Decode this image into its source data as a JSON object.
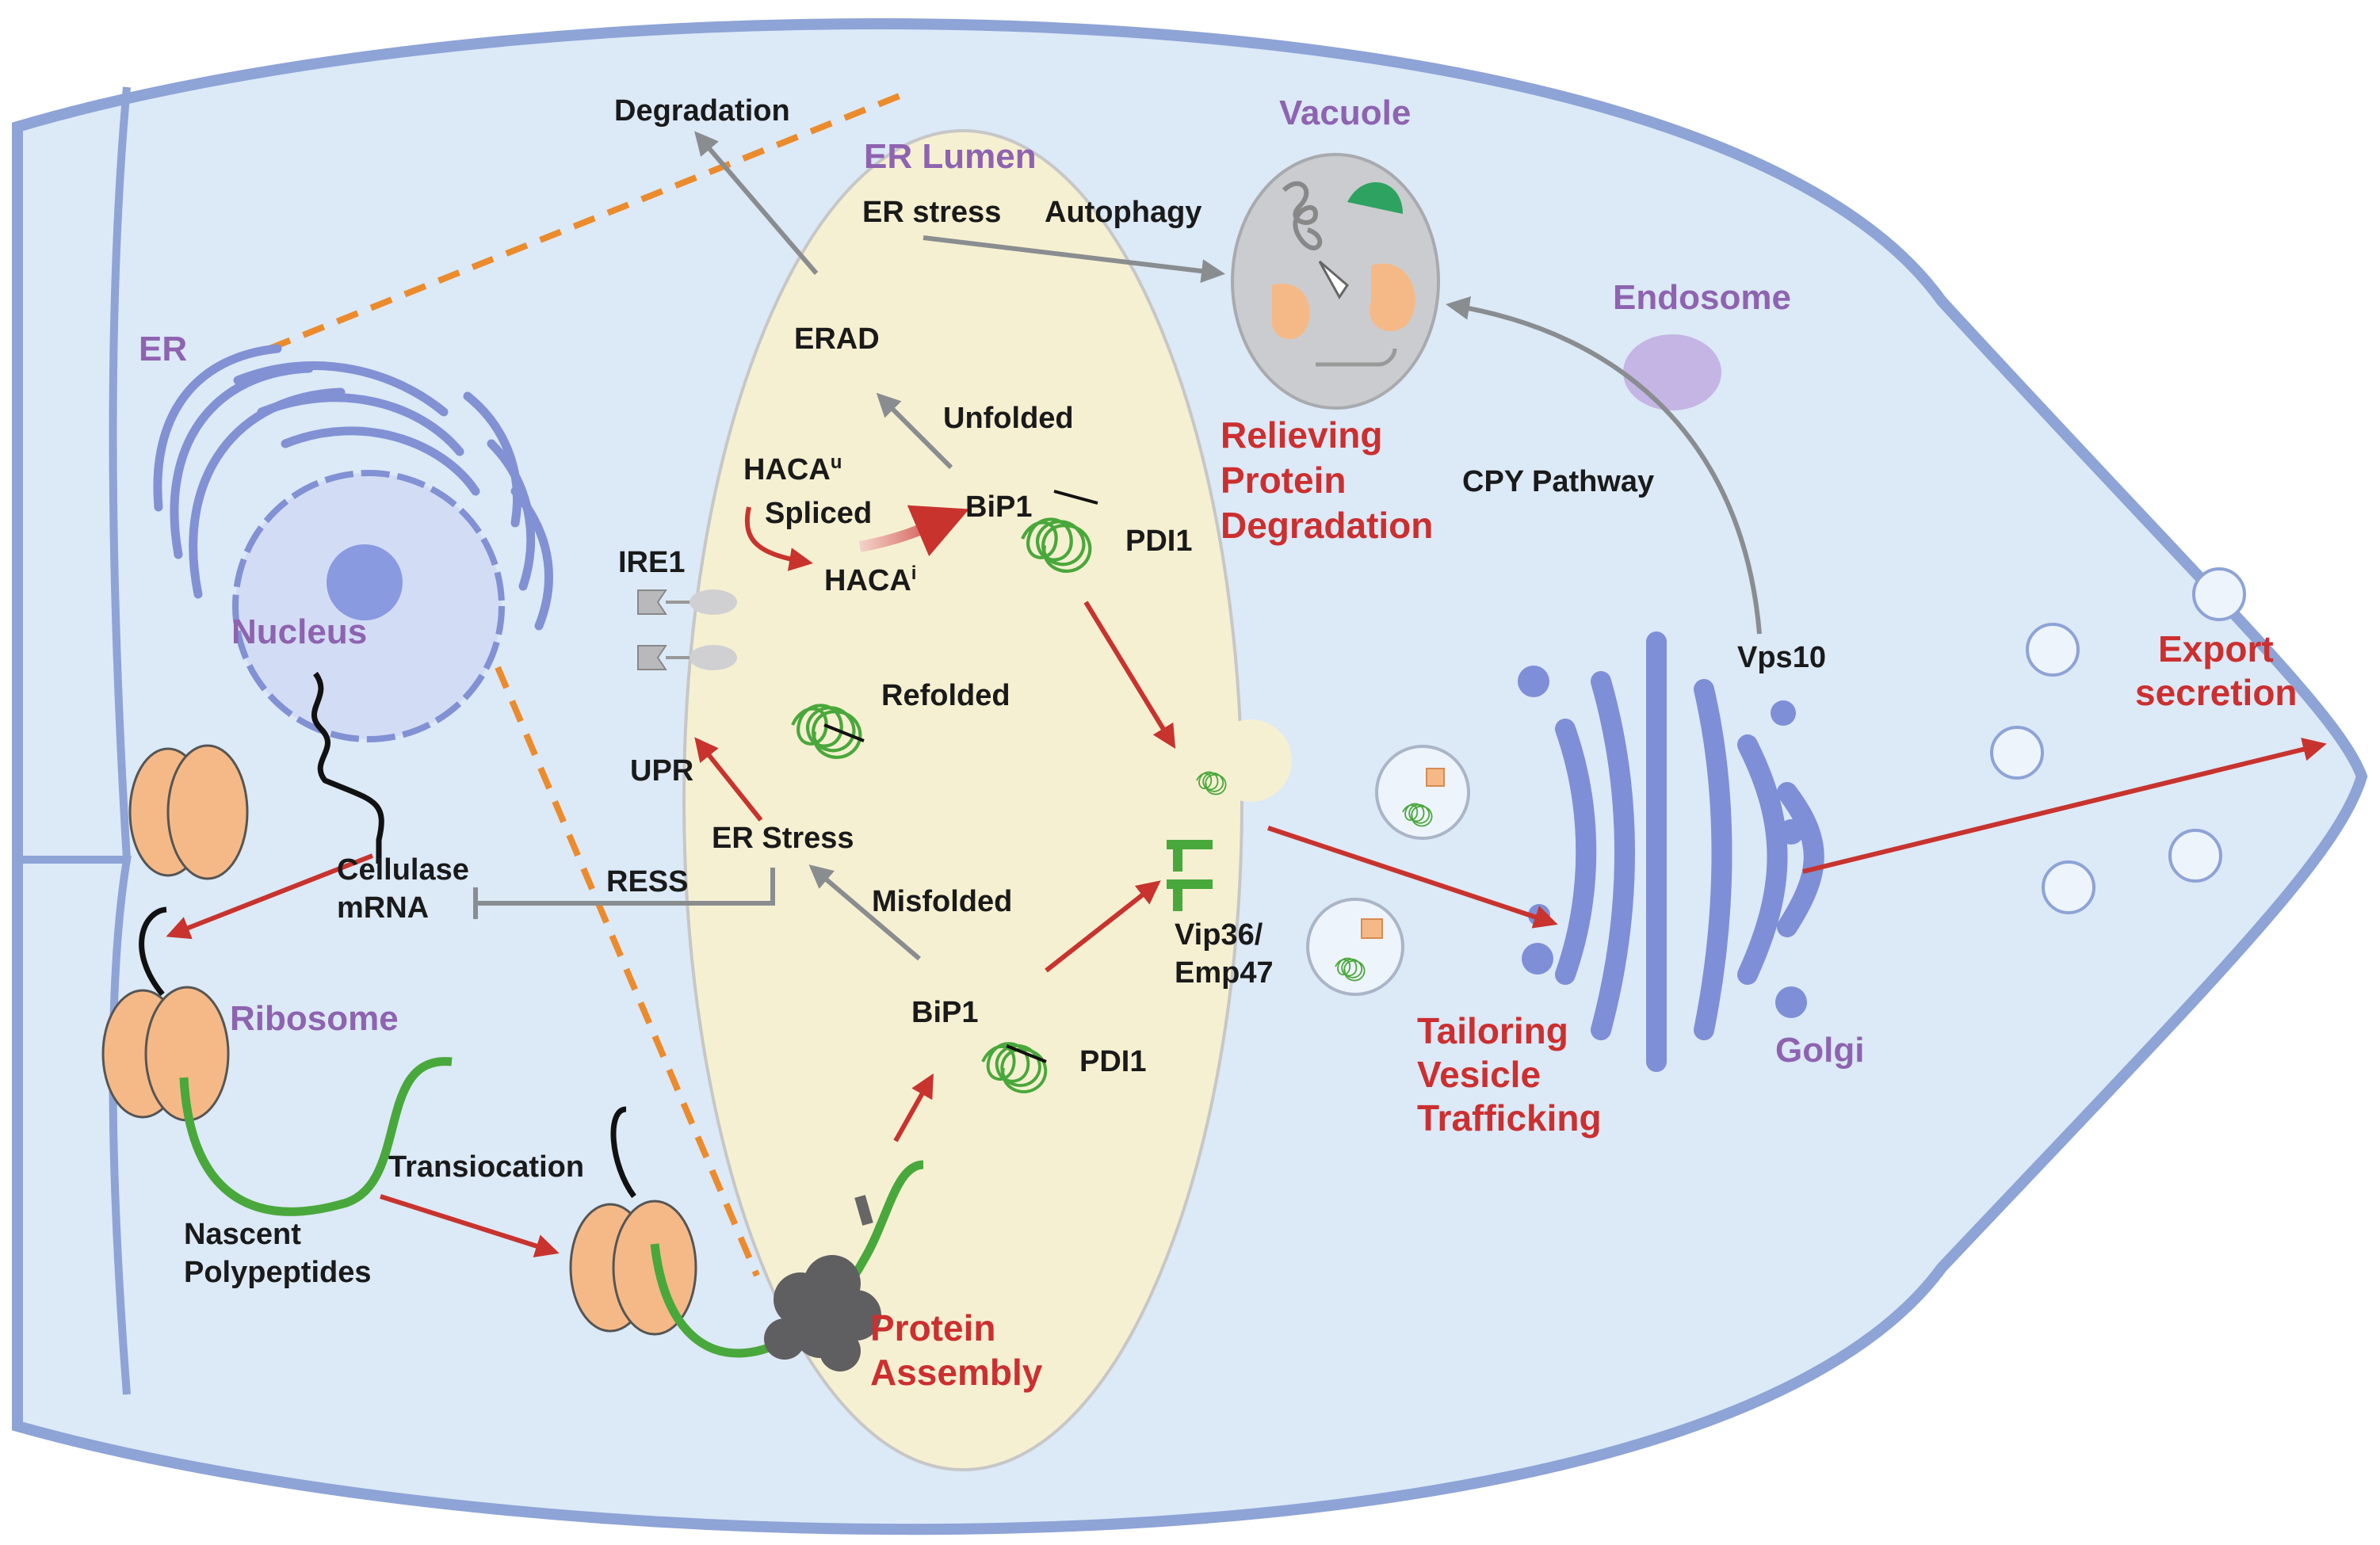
{
  "colors": {
    "cytoplasm": "#dce9f7",
    "membrane": "#8ea3d6",
    "er_lumen": "#f6f0d2",
    "organelle_label": "#8e63b0",
    "process_label": "#cc2f2f",
    "red_arrow": "#c8332e",
    "grey_arrow": "#8a8d90",
    "orange_dash": "#ec8b2c",
    "ribosome": "#f5b987",
    "polypeptide": "#49a83b",
    "golgi": "#7e8fd8"
  },
  "organelles": {
    "er": "ER",
    "nucleus": "Nucleus",
    "ribosome": "Ribosome",
    "er_lumen": "ER Lumen",
    "vacuole": "Vacuole",
    "endosome": "Endosome",
    "golgi": "Golgi"
  },
  "processes": {
    "relieving": [
      "Relieving",
      "Protein",
      "Degradation"
    ],
    "export": [
      "Export",
      "secretion"
    ],
    "tailoring": [
      "Tailoring",
      "Vesicle",
      "Trafficking"
    ],
    "assembly": [
      "Protein",
      "Assembly"
    ]
  },
  "labels": {
    "degradation": "Degradation",
    "er_stress_top": "ER stress",
    "autophagy": "Autophagy",
    "erad": "ERAD",
    "unfolded": "Unfolded",
    "haca_u": "HACA",
    "haca_u_sup": "u",
    "spliced": "Spliced",
    "haca_i": "HACA",
    "haca_i_sup": "i",
    "bip1_top": "BiP1",
    "pdi1_top": "PDI1",
    "ire1": "IRE1",
    "refolded": "Refolded",
    "upr": "UPR",
    "er_stress": "ER Stress",
    "ress": "RESS",
    "cellulase": [
      "Cellulase",
      "mRNA"
    ],
    "misfolded": "Misfolded",
    "bip1_bottom": "BiP1",
    "pdi1_bottom": "PDI1",
    "vip36": [
      "Vip36/",
      "Emp47"
    ],
    "transiocation": "Transiocation",
    "nascent": [
      "Nascent",
      "Polypeptides"
    ],
    "cpy": "CPY Pathway",
    "vps10": "Vps10"
  }
}
